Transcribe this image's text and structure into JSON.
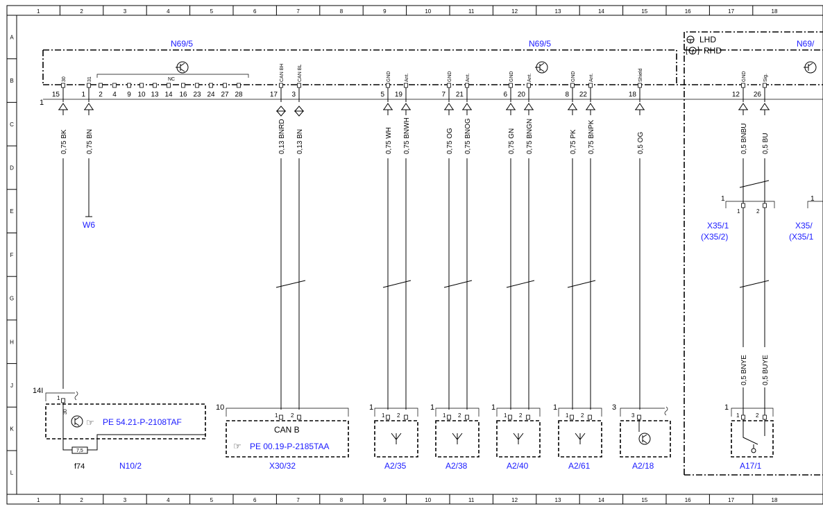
{
  "grid": {
    "columns": [
      "1",
      "2",
      "3",
      "4",
      "5",
      "6",
      "7",
      "8",
      "9",
      "10",
      "11",
      "12",
      "13",
      "14",
      "15",
      "16",
      "17",
      "18"
    ],
    "rows": [
      "A",
      "B",
      "C",
      "D",
      "E",
      "F",
      "G",
      "H",
      "J",
      "K",
      "L"
    ]
  },
  "header": {
    "left_module": "N69/5",
    "center_module": "N69/5",
    "right_module_partial": "N69/",
    "lhd": "LHD",
    "rhd": "RHD",
    "nc": "NC",
    "connector_number": "1"
  },
  "nc_pins": [
    "2",
    "4",
    "9",
    "10",
    "13",
    "14",
    "16",
    "23",
    "24",
    "27",
    "28"
  ],
  "pins": [
    {
      "num": "15",
      "label": "30",
      "wire": "0,75 BK"
    },
    {
      "num": "1",
      "label": "31",
      "wire": "0,75 BN"
    },
    {
      "num": "17",
      "label": "CAN BH",
      "wire": "0,13 BNRD"
    },
    {
      "num": "3",
      "label": "CAN BL",
      "wire": "0,13 BN"
    },
    {
      "num": "5",
      "label": "GND",
      "wire": "0,75 WH"
    },
    {
      "num": "19",
      "label": "Ant.",
      "wire": "0,75 BNWH"
    },
    {
      "num": "7",
      "label": "GND",
      "wire": "0,75 OG"
    },
    {
      "num": "21",
      "label": "Ant.",
      "wire": "0,75 BNOG"
    },
    {
      "num": "6",
      "label": "GND",
      "wire": "0,75 GN"
    },
    {
      "num": "20",
      "label": "Ant.",
      "wire": "0,75 BNGN"
    },
    {
      "num": "8",
      "label": "GND",
      "wire": "0,75 PK"
    },
    {
      "num": "22",
      "label": "Ant.",
      "wire": "0,75 BNPK"
    },
    {
      "num": "18",
      "label": "Shield",
      "wire": "0,5 OG"
    },
    {
      "num": "12",
      "label": "GND",
      "wire": "0,5 BNBU"
    },
    {
      "num": "26",
      "label": "Sig.",
      "wire": "0,5 BU"
    }
  ],
  "lower_wires": [
    "0,5 BNYE",
    "0,5 BUYE"
  ],
  "ground_label": "W6",
  "connector_x35": {
    "name": "X35/1",
    "alt": "(X35/2)",
    "partial_name": "X35/",
    "partial_alt": "(X35/1",
    "num": "1",
    "pin1": "1",
    "pin2": "2"
  },
  "components": {
    "n10": {
      "label": "N10/2",
      "ref": "PE 54.21-P-2108TAF",
      "num": "14I",
      "pin": "1",
      "pin_label": "30",
      "fuse": "7,5",
      "fuse_label": "f74"
    },
    "x30": {
      "label": "X30/32",
      "ref": "PE 00.19-P-2185TAA",
      "num": "10",
      "bus": "CAN B",
      "pin1": "1",
      "pin2": "2"
    },
    "antennas": [
      {
        "label": "A2/35",
        "num": "1",
        "pin1": "1",
        "pin2": "2"
      },
      {
        "label": "A2/38",
        "num": "1",
        "pin1": "1",
        "pin2": "2"
      },
      {
        "label": "A2/40",
        "num": "1",
        "pin1": "1",
        "pin2": "2"
      },
      {
        "label": "A2/61",
        "num": "1",
        "pin1": "1",
        "pin2": "2"
      }
    ],
    "a218": {
      "label": "A2/18",
      "num": "3",
      "pin": "3"
    },
    "a171": {
      "label": "A17/1",
      "num": "1",
      "pin1": "1",
      "pin2": "2"
    }
  },
  "colors": {
    "link": "#1a1aff",
    "line": "#000000"
  }
}
